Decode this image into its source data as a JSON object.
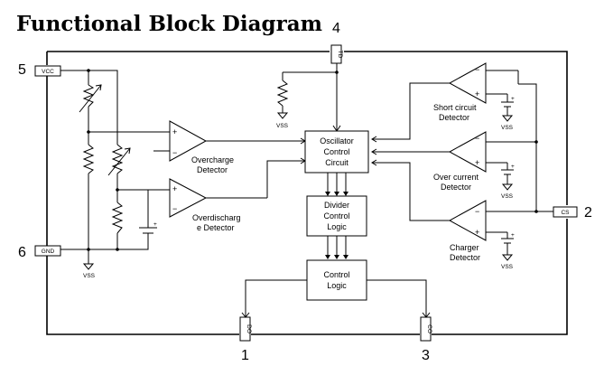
{
  "title": "Functional Block Diagram",
  "pins": {
    "vcc": {
      "name": "VCC",
      "number": "5"
    },
    "gnd": {
      "name": "GND",
      "number": "6"
    },
    "td": {
      "name": "TD",
      "number": "4"
    },
    "cs": {
      "name": "CS",
      "number": "2"
    },
    "do": {
      "name": "DO",
      "number": "1"
    },
    "co": {
      "name": "CO",
      "number": "3"
    }
  },
  "blocks": {
    "oscillator": [
      "Oscillator",
      "Control",
      "Circuit"
    ],
    "divider": [
      "Divider",
      "Control",
      "Logic"
    ],
    "control": [
      "Control",
      "Logic"
    ]
  },
  "detectors": {
    "overcharge": [
      "Overcharge",
      "Detector"
    ],
    "overdischarge": [
      "Overdischarg",
      "e Detector"
    ],
    "short_circuit": [
      "Short circuit",
      "Detector"
    ],
    "over_current": [
      "Over current",
      "Detector"
    ],
    "charger": [
      "Charger",
      "Detector"
    ]
  },
  "vss_label": "VSS",
  "opamp_signs": {
    "plus": "+",
    "minus": "−"
  }
}
